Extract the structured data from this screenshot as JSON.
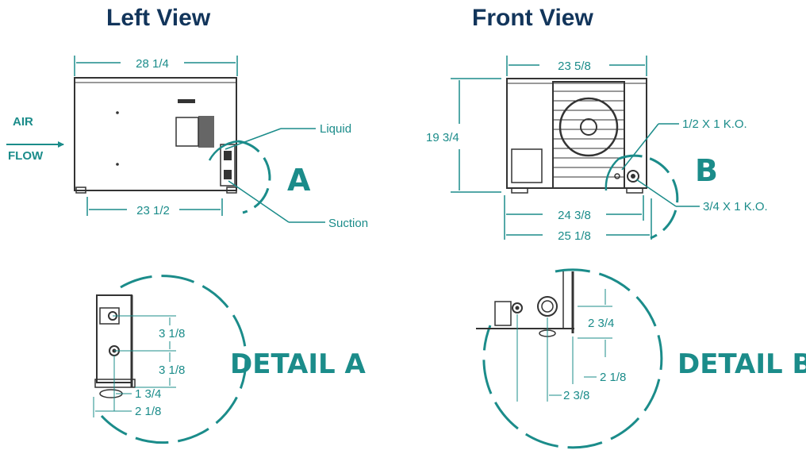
{
  "headings": {
    "left": "Left View",
    "front": "Front View"
  },
  "colors": {
    "heading": "#12355b",
    "accent": "#1b8c8a",
    "line": "#333333"
  },
  "left_view": {
    "air": "AIR",
    "flow": "FLOW",
    "width": "28 1/4",
    "base_dim": "23 1/2",
    "liquid": "Liquid",
    "suction": "Suction",
    "detail_marker": "A"
  },
  "front_view": {
    "width": "23 5/8",
    "height": "19 3/4",
    "ko_small": "1/2 X 1 K.O.",
    "ko_large": "3/4 X 1 K.O.",
    "width_mid": "24 3/8",
    "width_total": "25 1/8",
    "detail_marker": "B"
  },
  "detail_a": {
    "label": "DETAIL A",
    "d1": "3 1/8",
    "d2": "3 1/8",
    "d3": "1 3/4",
    "d4": "2 1/8"
  },
  "detail_b": {
    "label": "DETAIL B",
    "d1": "2 3/4",
    "d2": "2 1/8",
    "d3": "2 3/8"
  }
}
